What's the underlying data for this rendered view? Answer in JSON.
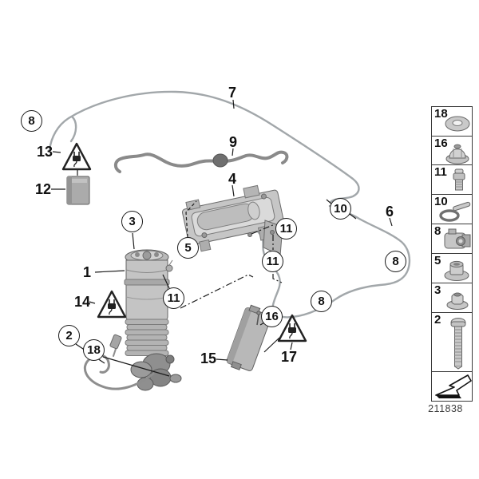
{
  "drawing_number": "211838",
  "colors": {
    "background": "#ffffff",
    "tube_line": "#a2a7aa",
    "hose_dark": "#8a8a8a",
    "part_fill": "#c3c3c3",
    "part_stroke": "#6a6a6a",
    "label_text": "#111111",
    "legend_border": "#3a3a3a"
  },
  "callouts": {
    "plain": [
      {
        "label": "7"
      },
      {
        "label": "9"
      },
      {
        "label": "4"
      },
      {
        "label": "6"
      },
      {
        "label": "13"
      },
      {
        "label": "12"
      },
      {
        "label": "1"
      },
      {
        "label": "14"
      },
      {
        "label": "15"
      },
      {
        "label": "17"
      }
    ],
    "circled": [
      {
        "label": "8"
      },
      {
        "label": "3"
      },
      {
        "label": "5"
      },
      {
        "label": "11"
      },
      {
        "label": "11"
      },
      {
        "label": "11"
      },
      {
        "label": "10"
      },
      {
        "label": "8"
      },
      {
        "label": "8"
      },
      {
        "label": "16"
      },
      {
        "label": "2"
      },
      {
        "label": "18"
      }
    ]
  },
  "legend": {
    "items": [
      {
        "label": "18",
        "icon": "washer-icon"
      },
      {
        "label": "16",
        "icon": "cap-nut-icon"
      },
      {
        "label": "11",
        "icon": "valve-fitting-icon"
      },
      {
        "label": "10",
        "icon": "clamp-icon"
      },
      {
        "label": "8",
        "icon": "holder-bracket-icon"
      },
      {
        "label": "5",
        "icon": "flange-nut-icon"
      },
      {
        "label": "3",
        "icon": "hex-flange-nut-icon"
      },
      {
        "label": "2",
        "icon": "bolt-icon"
      }
    ],
    "arrow_icon": "direction-arrow-icon"
  },
  "warning_icon": "electrical-plug-warning-triangle-icon"
}
